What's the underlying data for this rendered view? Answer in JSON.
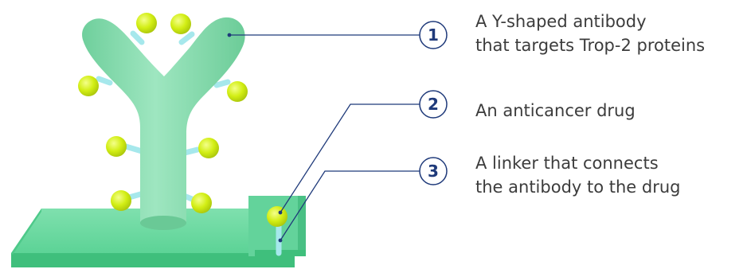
{
  "callouts": [
    {
      "number": "1",
      "lines": [
        "A Y-shaped antibody",
        "that targets Trop-2 proteins"
      ]
    },
    {
      "number": "2",
      "lines": [
        "An anticancer drug"
      ]
    },
    {
      "number": "3",
      "lines": [
        "A linker that connects",
        "the antibody to the drug"
      ]
    }
  ],
  "colors": {
    "antibody": "#7fd9ab",
    "base": "#5fd49a",
    "drug": "#d4ef18",
    "linker": "#a6e8ec",
    "badge_stroke": "#1f3a7a",
    "leader_line": "#1f3a7a",
    "text": "#3c3c3c"
  }
}
